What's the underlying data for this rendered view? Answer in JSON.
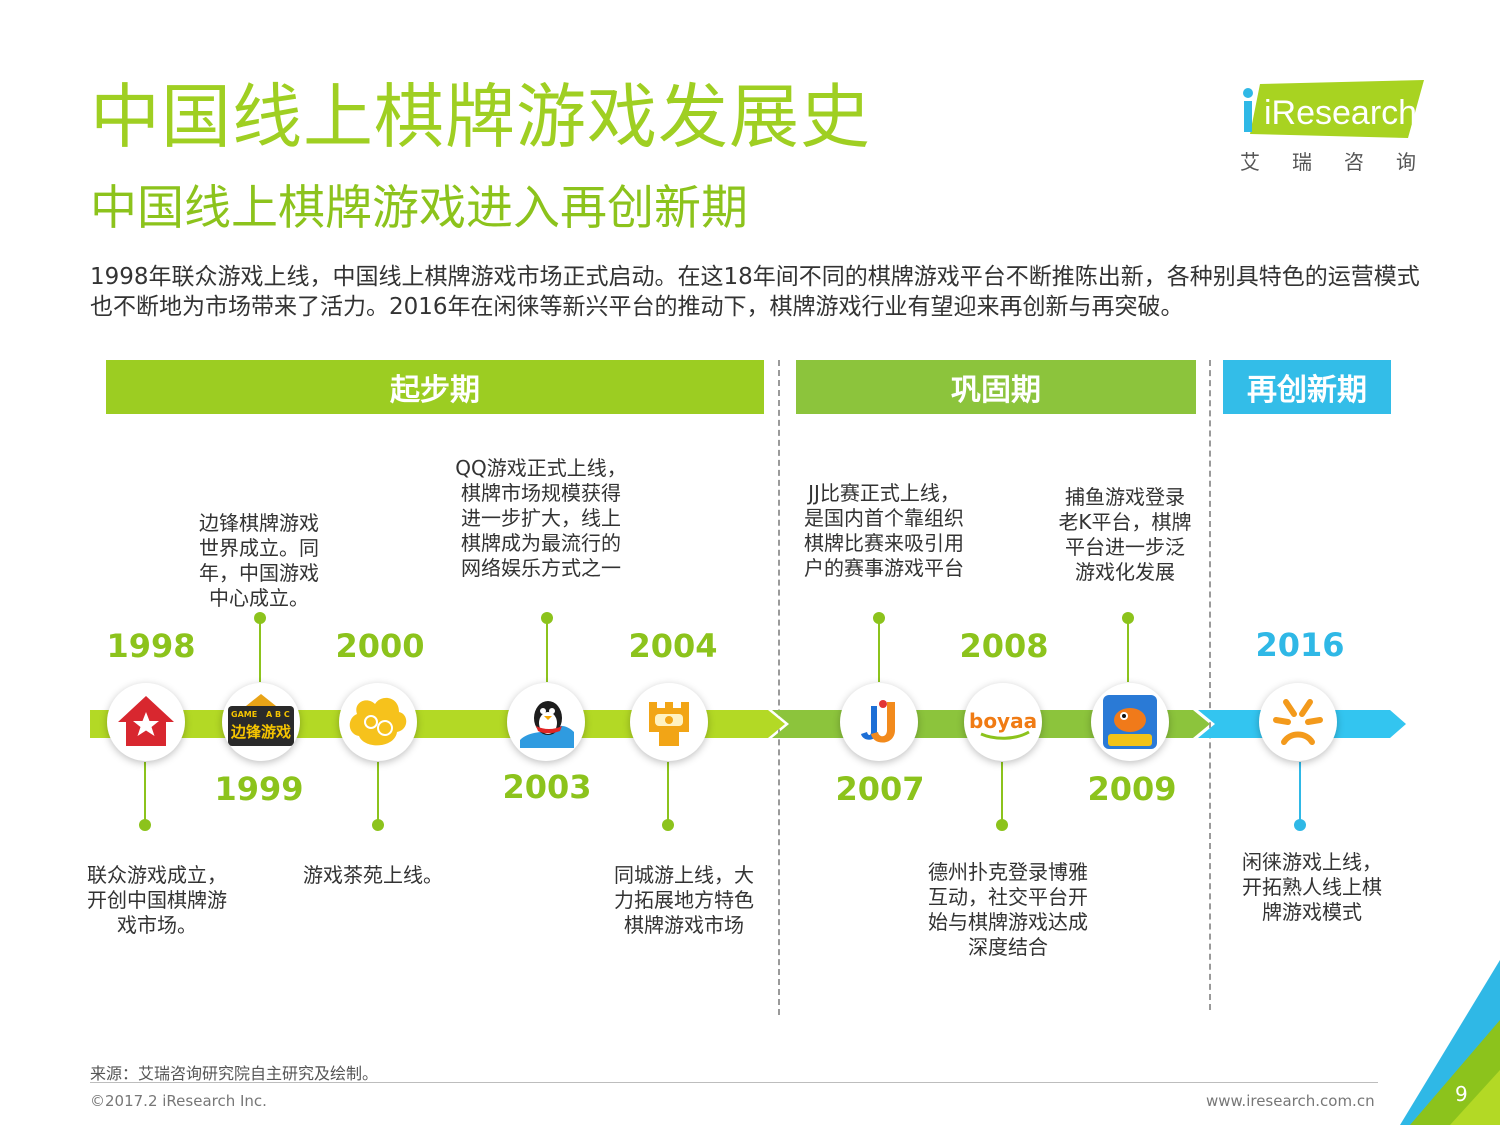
{
  "title": "中国线上棋牌游戏发展史",
  "subtitle": "中国线上棋牌游戏进入再创新期",
  "intro": "1998年联众游戏上线，中国线上棋牌游戏市场正式启动。在这18年间不同的棋牌游戏平台不断推陈出新，各种别具特色的运营模式也不断地为市场带来了活力。2016年在闲徕等新兴平台的推动下，棋牌游戏行业有望迎来再创新与再突破。",
  "logo": {
    "name": "iResearch",
    "cn": "艾瑞咨询"
  },
  "phases": [
    {
      "label": "起步期",
      "color": "#9ccd22"
    },
    {
      "label": "巩固期",
      "color": "#8cc43c"
    },
    {
      "label": "再创新期",
      "color": "#33bde8"
    }
  ],
  "events": [
    {
      "year": "1998",
      "text": "联众游戏成立，\n开创中国棋牌游\n戏市场。"
    },
    {
      "year": "1999",
      "text": "边锋棋牌游戏\n世界成立。同\n年，中国游戏\n中心成立。"
    },
    {
      "year": "2000",
      "text": "游戏茶苑上线。"
    },
    {
      "year": "2003",
      "text": "QQ游戏正式上线，\n棋牌市场规模获得\n进一步扩大，线上\n棋牌成为最流行的\n网络娱乐方式之一"
    },
    {
      "year": "2004",
      "text": "同城游上线，大\n力拓展地方特色\n棋牌游戏市场"
    },
    {
      "year": "2007",
      "text": "JJ比赛正式上线，\n是国内首个靠组织\n棋牌比赛来吸引用\n户的赛事游戏平台"
    },
    {
      "year": "2008",
      "text": "德州扑克登录博雅\n互动，社交平台开\n始与棋牌游戏达成\n深度结合"
    },
    {
      "year": "2009",
      "text": "捕鱼游戏登录\n老K平台，棋牌\n平台进一步泛\n游戏化发展"
    },
    {
      "year": "2016",
      "text": "闲徕游戏上线，\n开拓熟人线上棋\n牌游戏模式"
    }
  ],
  "icon_labels": {
    "game": "GAME",
    "abc": "A B C",
    "biafeng": "边锋游戏",
    "boyaa": "boyaa"
  },
  "footer": {
    "source": "来源：艾瑞咨询研究院自主研究及绘制。",
    "copyright": "©2017.2 iResearch Inc.",
    "website": "www.iresearch.com.cn",
    "page": "9"
  },
  "colors": {
    "green": "#8cc31c",
    "lime": "#9fcf22",
    "blue": "#2fb8e6"
  }
}
